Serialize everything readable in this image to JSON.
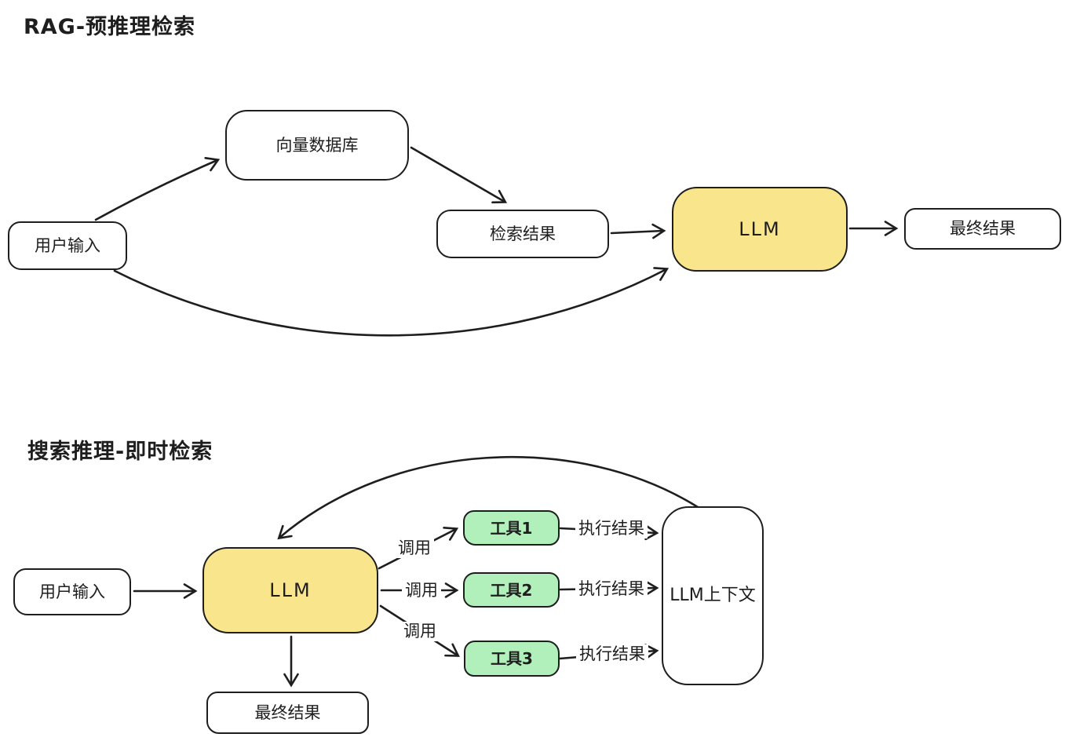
{
  "colors": {
    "stroke": "#1e1e1e",
    "yellow_fill": "#f9e58c",
    "green_fill": "#b2f0bb",
    "white_fill": "#ffffff",
    "bg": "#ffffff"
  },
  "diagrams": {
    "rag": {
      "title": "RAG-预推理检索",
      "nodes": {
        "user_input": "用户输入",
        "vector_db": "向量数据库",
        "retrieval_result": "检索结果",
        "llm": "LLM",
        "final_result": "最终结果"
      }
    },
    "search": {
      "title": "搜索推理-即时检索",
      "nodes": {
        "user_input": "用户输入",
        "llm": "LLM",
        "tool1": "工具1",
        "tool2": "工具2",
        "tool3": "工具3",
        "llm_context": "LLM上下文",
        "final_result": "最终结果"
      },
      "edge_labels": {
        "call1": "调用",
        "call2": "调用",
        "call3": "调用",
        "exec1": "执行结果",
        "exec2": "执行结果",
        "exec3": "执行结果"
      }
    }
  }
}
